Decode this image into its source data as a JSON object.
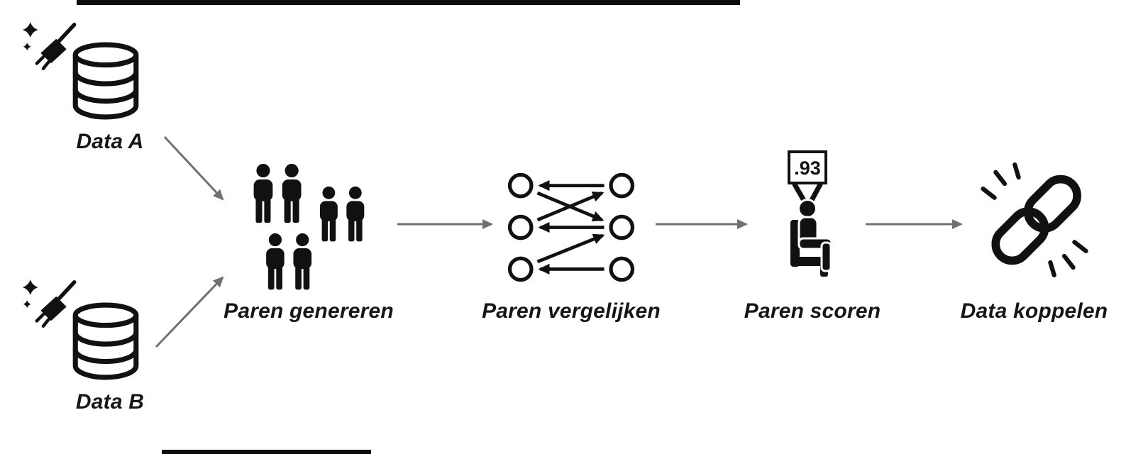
{
  "diagram": {
    "language": "nl",
    "description": "Record linkage pipeline diagram",
    "colors": {
      "ink": "#111111",
      "arrow": "#707070",
      "background": "#ffffff",
      "card_fill": "#ffffff"
    },
    "nodes": [
      {
        "id": "data-a",
        "label": "Data A",
        "icon": "database-with-cleaning-broom-icon"
      },
      {
        "id": "data-b",
        "label": "Data B",
        "icon": "database-with-cleaning-broom-icon"
      },
      {
        "id": "paren-genereren",
        "label": "Paren genereren",
        "icon": "people-pairs-icon"
      },
      {
        "id": "paren-vergelijken",
        "label": "Paren vergelijken",
        "icon": "bipartite-matching-icon"
      },
      {
        "id": "paren-scoren",
        "label": "Paren scoren",
        "icon": "person-holding-score-card-icon",
        "score_value": ".93"
      },
      {
        "id": "data-koppelen",
        "label": "Data koppelen",
        "icon": "chain-link-icon"
      }
    ],
    "edges": [
      {
        "from": "data-a",
        "to": "paren-genereren"
      },
      {
        "from": "data-b",
        "to": "paren-genereren"
      },
      {
        "from": "paren-genereren",
        "to": "paren-vergelijken"
      },
      {
        "from": "paren-vergelijken",
        "to": "paren-scoren"
      },
      {
        "from": "paren-scoren",
        "to": "data-koppelen"
      }
    ]
  }
}
